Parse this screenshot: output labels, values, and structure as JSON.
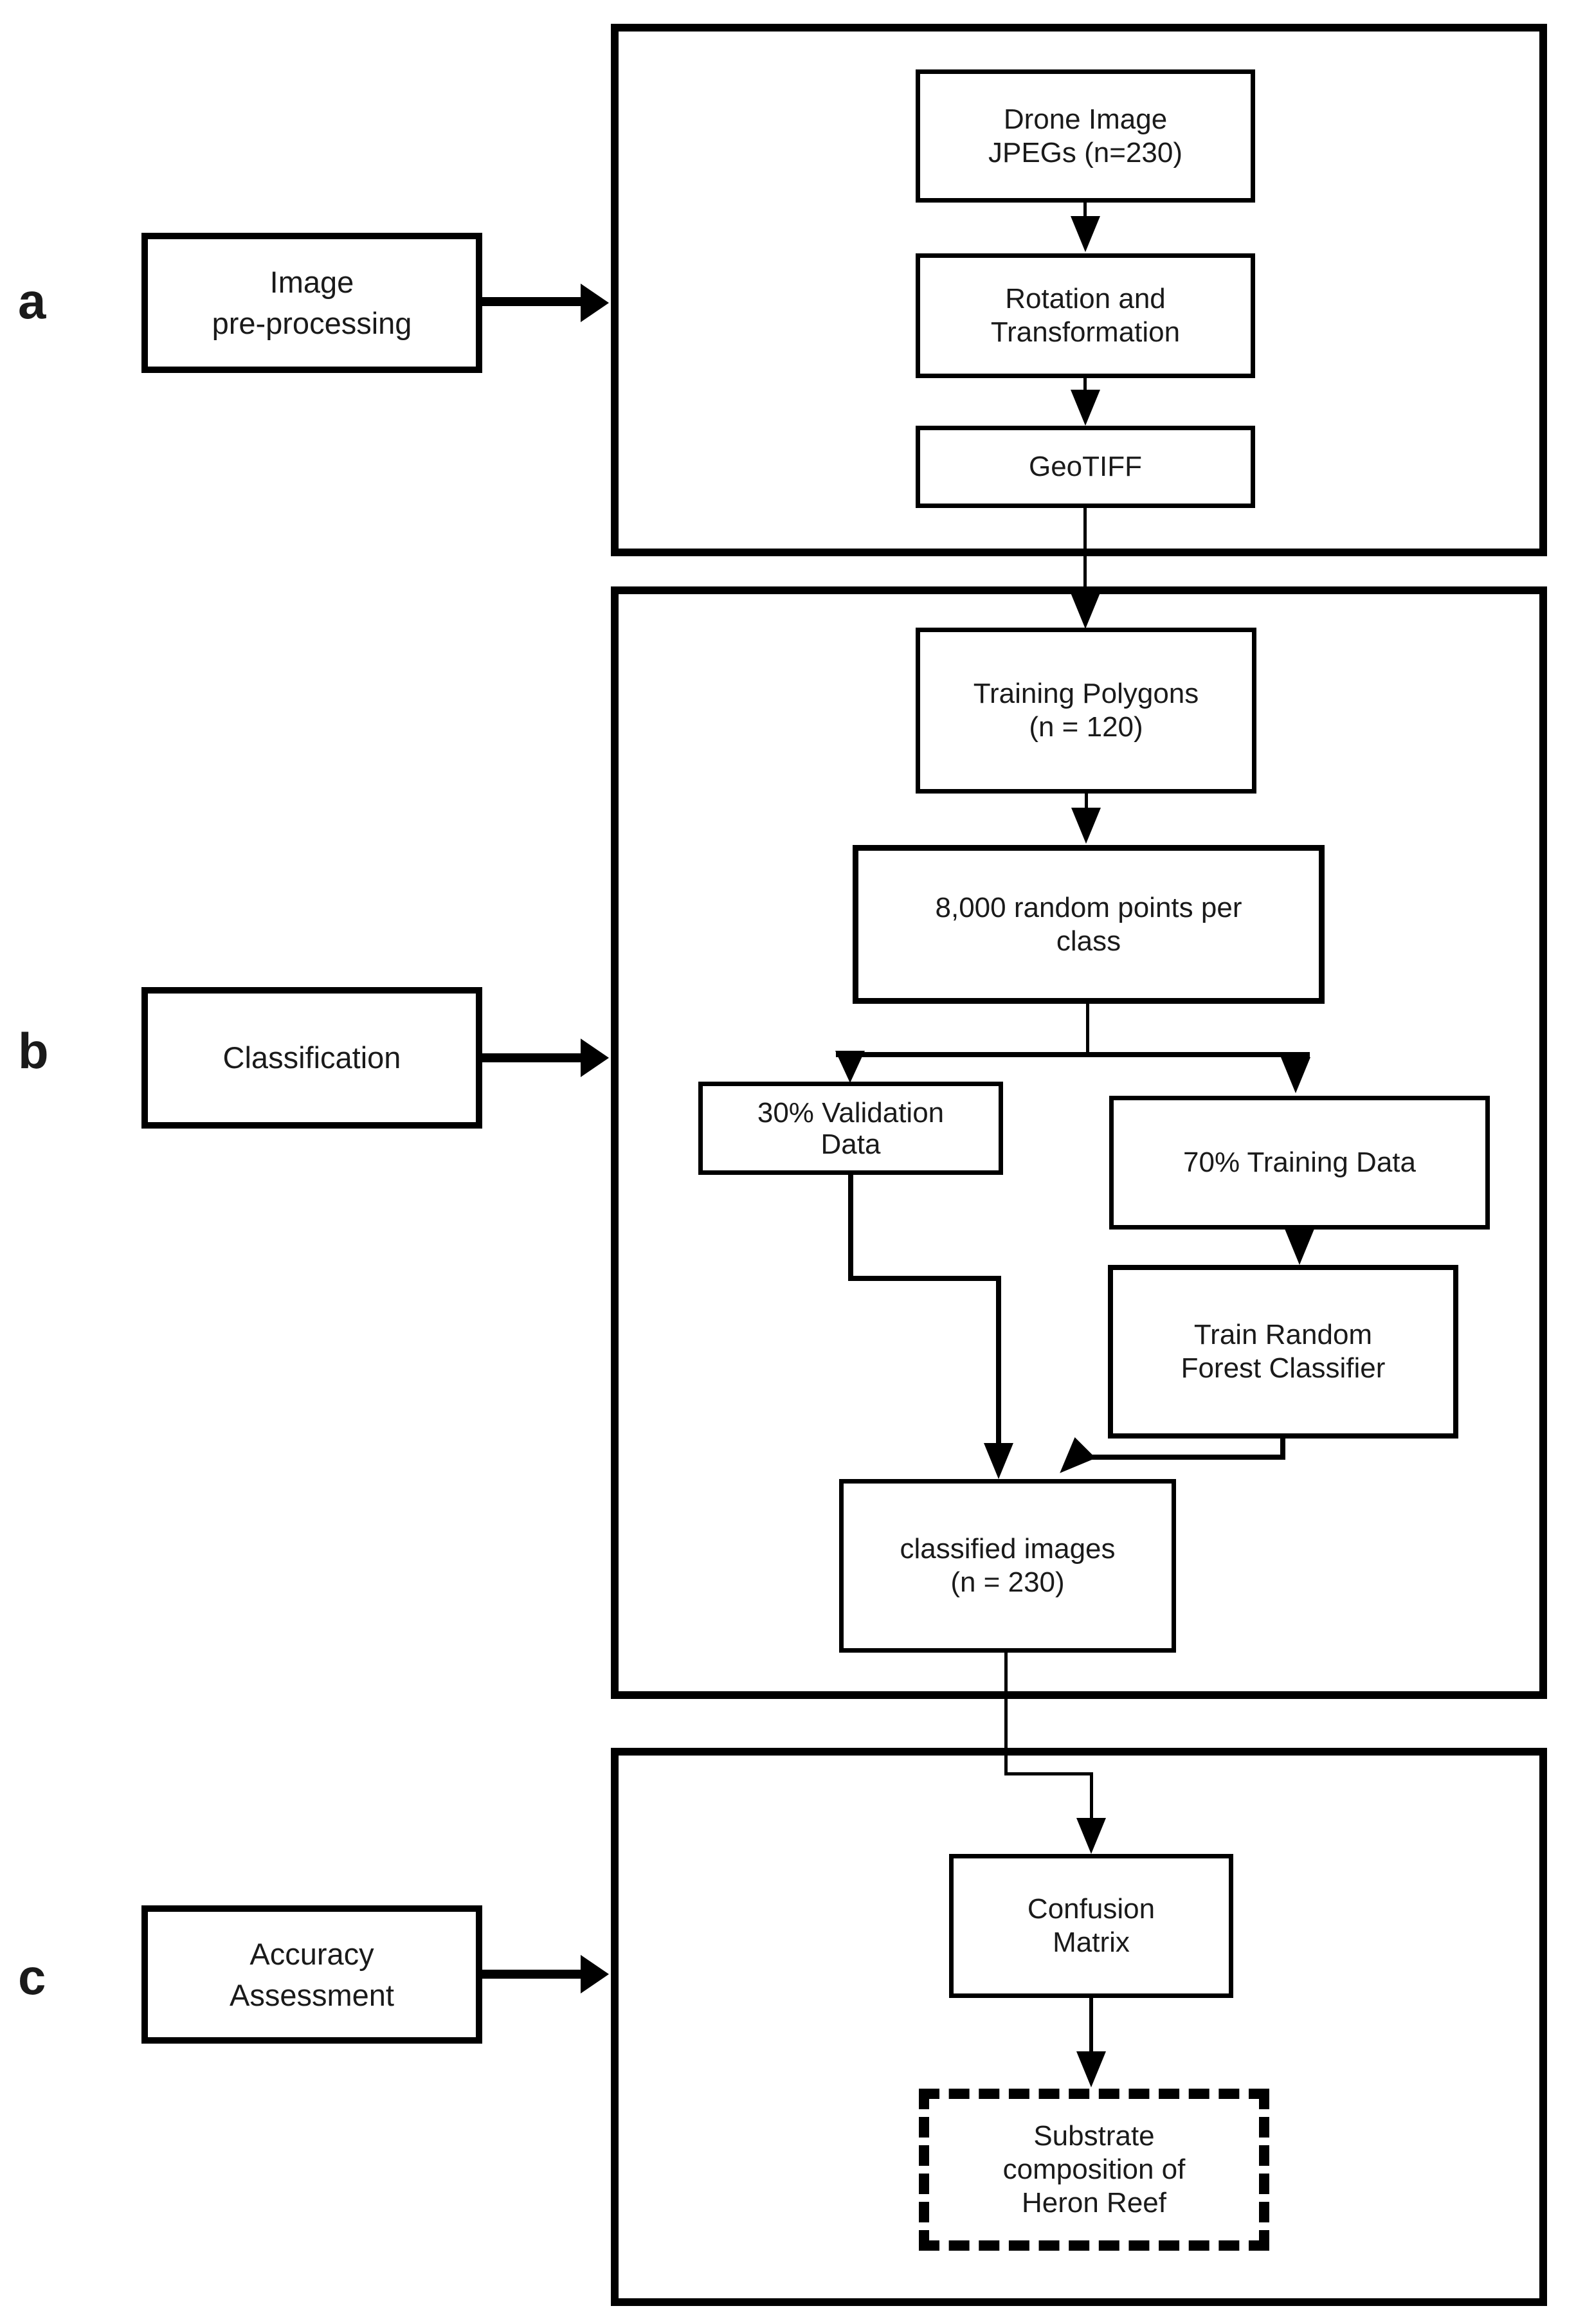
{
  "colors": {
    "background": "#ffffff",
    "line": "#000000",
    "text": "#1a1a1a"
  },
  "section_labels": {
    "a": "a",
    "b": "b",
    "c": "c"
  },
  "nodes": {
    "image_preprocessing": {
      "label": "Image\npre-processing"
    },
    "classification": {
      "label": "Classification"
    },
    "accuracy_assessment": {
      "label": "Accuracy\nAssessment"
    },
    "drone_jpegs": {
      "label": "Drone Image\nJPEGs (n=230)"
    },
    "rotation": {
      "label": "Rotation and\nTransformation"
    },
    "geotiff": {
      "label": "GeoTIFF"
    },
    "training_polygons": {
      "label": "Training Polygons\n(n = 120)"
    },
    "random_points": {
      "label": "8,000 random points per\nclass"
    },
    "validation": {
      "label": "30% Validation\nData"
    },
    "training_data": {
      "label": "70% Training Data"
    },
    "train_rf": {
      "label": "Train Random\nForest Classifier"
    },
    "classified_images": {
      "label": "classified images\n(n = 230)"
    },
    "confusion_matrix": {
      "label": "Confusion\nMatrix"
    },
    "substrate": {
      "label": "Substrate\ncomposition of\nHeron Reef"
    }
  },
  "edges": [
    {
      "from": "image-pre-processing",
      "to": "section-a-container"
    },
    {
      "from": "drone-image-jpegs",
      "to": "rotation-and-transformation"
    },
    {
      "from": "rotation-and-transformation",
      "to": "geotiff"
    },
    {
      "from": "geotiff",
      "to": "training-polygons"
    },
    {
      "from": "training-polygons",
      "to": "random-points-per-class"
    },
    {
      "from": "random-points-per-class",
      "to": "validation-data"
    },
    {
      "from": "random-points-per-class",
      "to": "training-data"
    },
    {
      "from": "training-data",
      "to": "train-random-forest-classifier"
    },
    {
      "from": "validation-data",
      "to": "classified-images"
    },
    {
      "from": "train-random-forest-classifier",
      "to": "classified-images"
    },
    {
      "from": "classified-images",
      "to": "confusion-matrix"
    },
    {
      "from": "confusion-matrix",
      "to": "substrate-composition"
    },
    {
      "from": "classification",
      "to": "section-b-container"
    },
    {
      "from": "accuracy-assessment",
      "to": "section-c-container"
    }
  ]
}
